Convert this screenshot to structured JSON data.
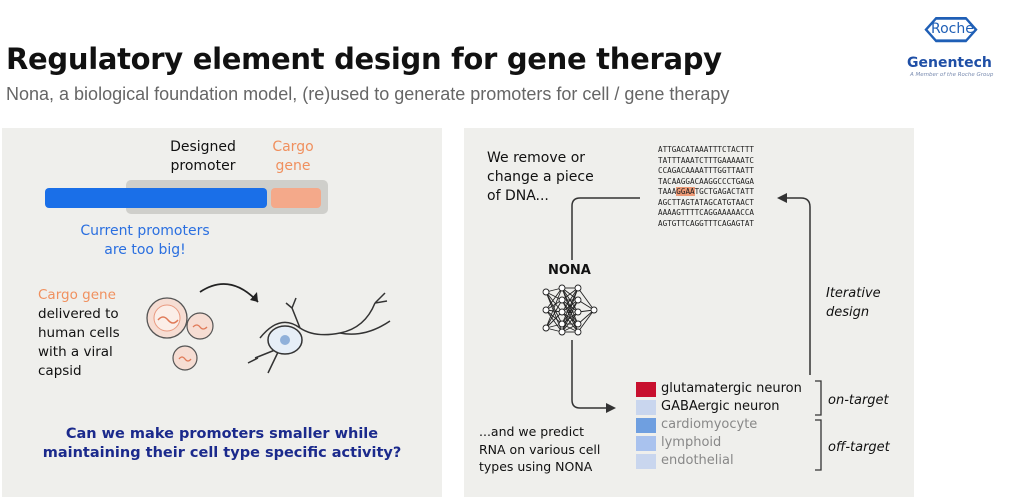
{
  "header": {
    "title": "Regulatory element design for gene therapy",
    "subtitle": "Nona, a biological foundation model, (re)used to generate promoters for cell / gene therapy"
  },
  "logo": {
    "roche": "Roche",
    "genentech": "Genentech",
    "tagline": "A Member of the Roche Group"
  },
  "left": {
    "designed_promoter": [
      "Designed",
      "promoter"
    ],
    "cargo_gene": [
      "Cargo",
      "gene"
    ],
    "current_promoters": [
      "Current promoters",
      "are too big!"
    ],
    "delivery": {
      "highlight": "Cargo gene",
      "lines": [
        "delivered to",
        "human cells",
        "with a viral",
        "capsid"
      ]
    },
    "question": [
      "Can we make promoters smaller while",
      "maintaining their cell type specific activity?"
    ]
  },
  "right": {
    "remove": [
      "We remove or",
      "change a piece",
      "of DNA..."
    ],
    "nona": "NONA",
    "iterative": [
      "Iterative",
      "design"
    ],
    "predict": [
      "...and we predict",
      "RNA on various cell",
      "types using NONA"
    ],
    "dna_lines": [
      "ATTGACATAAATTTCTACTTT",
      "TATTTAAATCTTTGAAAAATC",
      "CCAGACAAAATTTGGTTAATT",
      "TACAAGGACAAGGCCCTGAGA",
      "TAAAGGAATGCTGAGACTATT",
      "AGCTTAGTATAGCATGTAACT",
      "AAAAGTTTTCAGGAAAAACCA",
      "AGTGTTCAGGTTTCAGAGTAT"
    ],
    "dna_highlight": {
      "line": 4,
      "before": "TAAA",
      "mark": "GGAA",
      "after": "TGCTGAGACTATT"
    },
    "legend": [
      {
        "label": "glutamatergic neuron",
        "color": "#c8102e"
      },
      {
        "label": "GABAergic neuron",
        "color": "#c9d6ee"
      },
      {
        "label": "cardiomyocyte",
        "color": "#6f9fe0"
      },
      {
        "label": "lymphoid",
        "color": "#a9c2ee"
      },
      {
        "label": "endothelial",
        "color": "#c9d6ee"
      }
    ],
    "on_target": "on-target",
    "off_target": "off-target"
  },
  "colors": {
    "blue": "#1a6fe8",
    "orange": "#f0a07c",
    "blue_text": "#2a6fe0",
    "navy": "#1b2a8c"
  }
}
